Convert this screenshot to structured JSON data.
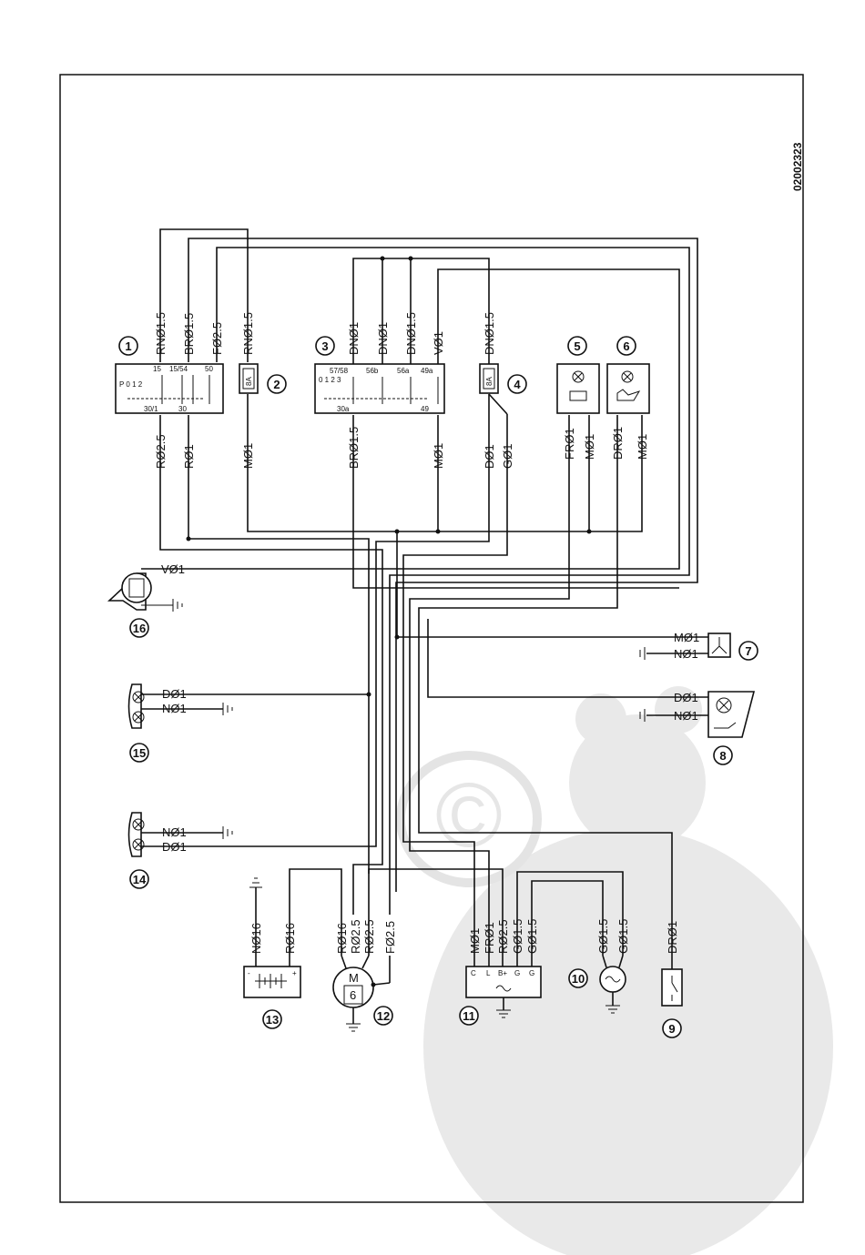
{
  "diagram_code": "02002323",
  "components": [
    {
      "num": "1",
      "icon": "ignition-switch-icon",
      "terminals": [
        "15",
        "15/54",
        "50",
        "30/1",
        "30"
      ],
      "positions": "P 0 1 2"
    },
    {
      "num": "2",
      "icon": "fuse-icon",
      "rating": "8A"
    },
    {
      "num": "3",
      "icon": "light-switch-icon",
      "terminals": [
        "57/58",
        "56b",
        "56a",
        "49a",
        "30a",
        "49"
      ],
      "positions": "0 1 2 3"
    },
    {
      "num": "4",
      "icon": "fuse-icon",
      "rating": "8A"
    },
    {
      "num": "5",
      "icon": "battery-warning-lamp-icon"
    },
    {
      "num": "6",
      "icon": "oil-pressure-warning-lamp-icon"
    },
    {
      "num": "7",
      "icon": "horn-button-icon"
    },
    {
      "num": "8",
      "icon": "tail-lamp-icon"
    },
    {
      "num": "9",
      "icon": "oil-pressure-switch-icon"
    },
    {
      "num": "10",
      "icon": "generator-icon"
    },
    {
      "num": "11",
      "icon": "regulator-icon",
      "terminals": [
        "C",
        "L",
        "B+",
        "G",
        "G"
      ]
    },
    {
      "num": "12",
      "icon": "starter-motor-icon",
      "text": [
        "M",
        "6"
      ]
    },
    {
      "num": "13",
      "icon": "battery-icon",
      "terminals": [
        "-",
        "+"
      ]
    },
    {
      "num": "14",
      "icon": "headlamp-left-icon"
    },
    {
      "num": "15",
      "icon": "headlamp-right-icon"
    },
    {
      "num": "16",
      "icon": "horn-icon"
    }
  ],
  "wires": {
    "c1_top": [
      "RNØ1.5",
      "BRØ1.5",
      "FØ2.5"
    ],
    "c2_top": "RNØ1.5",
    "c3_top": [
      "DNØ1",
      "DNØ1",
      "DNØ1.5",
      "VØ1"
    ],
    "c4_top": "DNØ1.5",
    "c1_bottom": [
      "RØ2.5",
      "RØ1"
    ],
    "c2_bottom": "MØ1",
    "c3_bottom": [
      "BRØ1.5",
      "MØ1"
    ],
    "c4_bottom": [
      "DØ1",
      "GØ1"
    ],
    "c5_bottom": [
      "FRØ1",
      "MØ1"
    ],
    "c6_bottom": [
      "DRØ1",
      "MØ1"
    ],
    "c16": "VØ1",
    "c7": [
      "MØ1",
      "NØ1"
    ],
    "c15": [
      "DØ1",
      "NØ1"
    ],
    "c8": [
      "DØ1",
      "NØ1"
    ],
    "c14": [
      "NØ1",
      "DØ1"
    ],
    "c13": [
      "NØ16",
      "RØ16"
    ],
    "c12": [
      "RØ16",
      "RØ2.5",
      "RØ2.5",
      "FØ2.5"
    ],
    "c11": [
      "MØ1",
      "FRØ1",
      "RØ2.5",
      "GØ1.5",
      "GØ1.5"
    ],
    "c10": [
      "GØ1.5",
      "GØ1.5"
    ],
    "c9": "DRØ1"
  }
}
